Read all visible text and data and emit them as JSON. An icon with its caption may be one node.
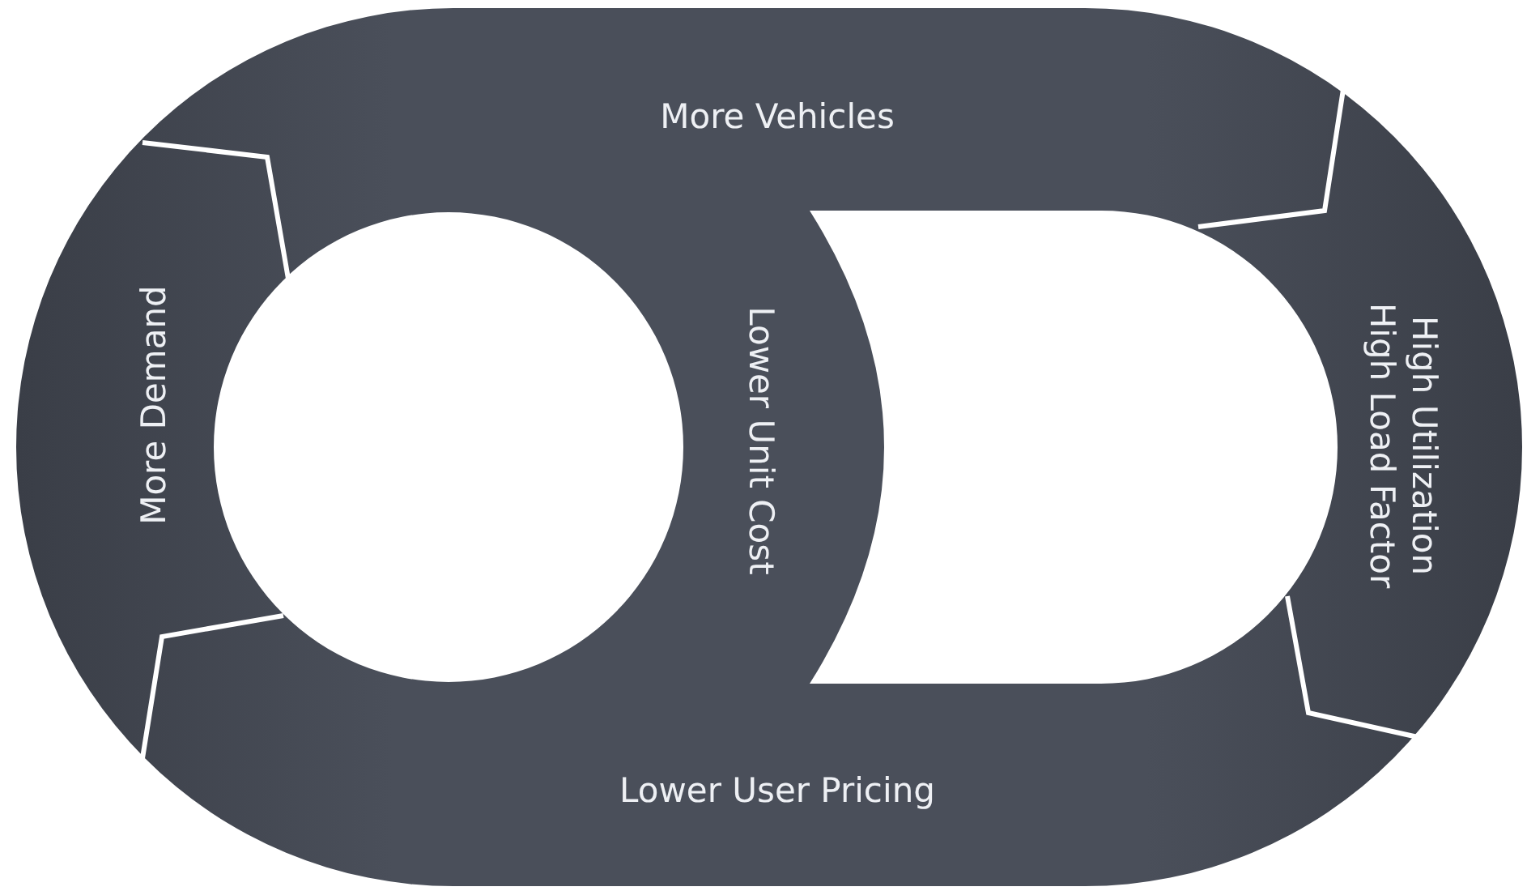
{
  "diagram": {
    "nodes": [
      {
        "text": [
          "More Vehicles"
        ]
      },
      {
        "text": [
          "High Utilization High Load Factor"
        ]
      },
      {
        "text": [
          "Lower User Pricing"
        ]
      },
      {
        "text": [
          "More Demand"
        ]
      },
      {
        "text": [
          "Lower Unit Cost"
        ]
      }
    ]
  }
}
